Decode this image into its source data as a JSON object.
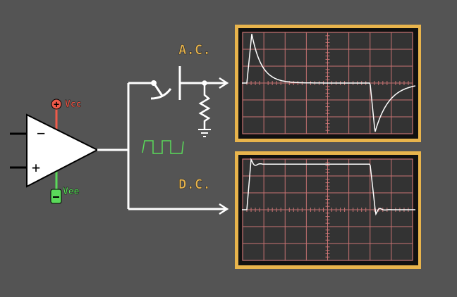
{
  "labels": {
    "ac": "A.C.",
    "dc": "D.C.",
    "vcc": "Vcc",
    "vee": "Vee",
    "minus": "−",
    "plus": "+"
  },
  "colors": {
    "background": "#545454",
    "frame": "#e8b44c",
    "screen": "#333333",
    "grid": "#c87373",
    "trace": "#ffffff",
    "vcc": "#f05a4a",
    "vee": "#5ada5a",
    "signal": "#5ada5a"
  },
  "scopes": [
    {
      "name": "ac-coupled",
      "waveform": "differentiated-square-wave"
    },
    {
      "name": "dc-coupled",
      "waveform": "square-wave-with-ringing"
    }
  ],
  "icons": [
    "op-amp",
    "switch",
    "capacitor",
    "resistor",
    "ground",
    "arrow"
  ]
}
